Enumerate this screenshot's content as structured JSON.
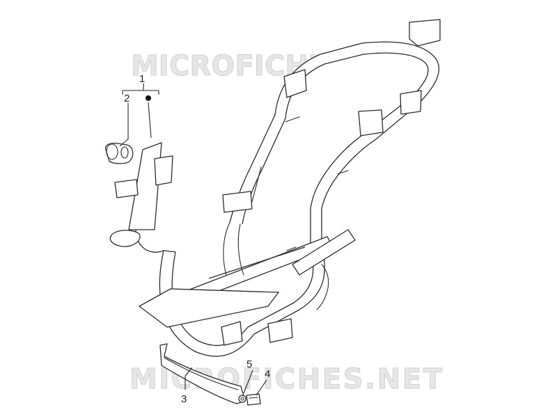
{
  "watermark": {
    "top": "MICROFICHES.NET",
    "bottom": "MICROFICHES.NET"
  },
  "callouts": {
    "c1": "1",
    "c2": "2",
    "c3": "3",
    "c4": "4",
    "c5": "5"
  },
  "parts": {
    "p1": "scooter-frame",
    "p2": "steering-bearing-bushing",
    "p3": "footrest-brace-bar",
    "p4": "bolt",
    "p5": "washer"
  }
}
